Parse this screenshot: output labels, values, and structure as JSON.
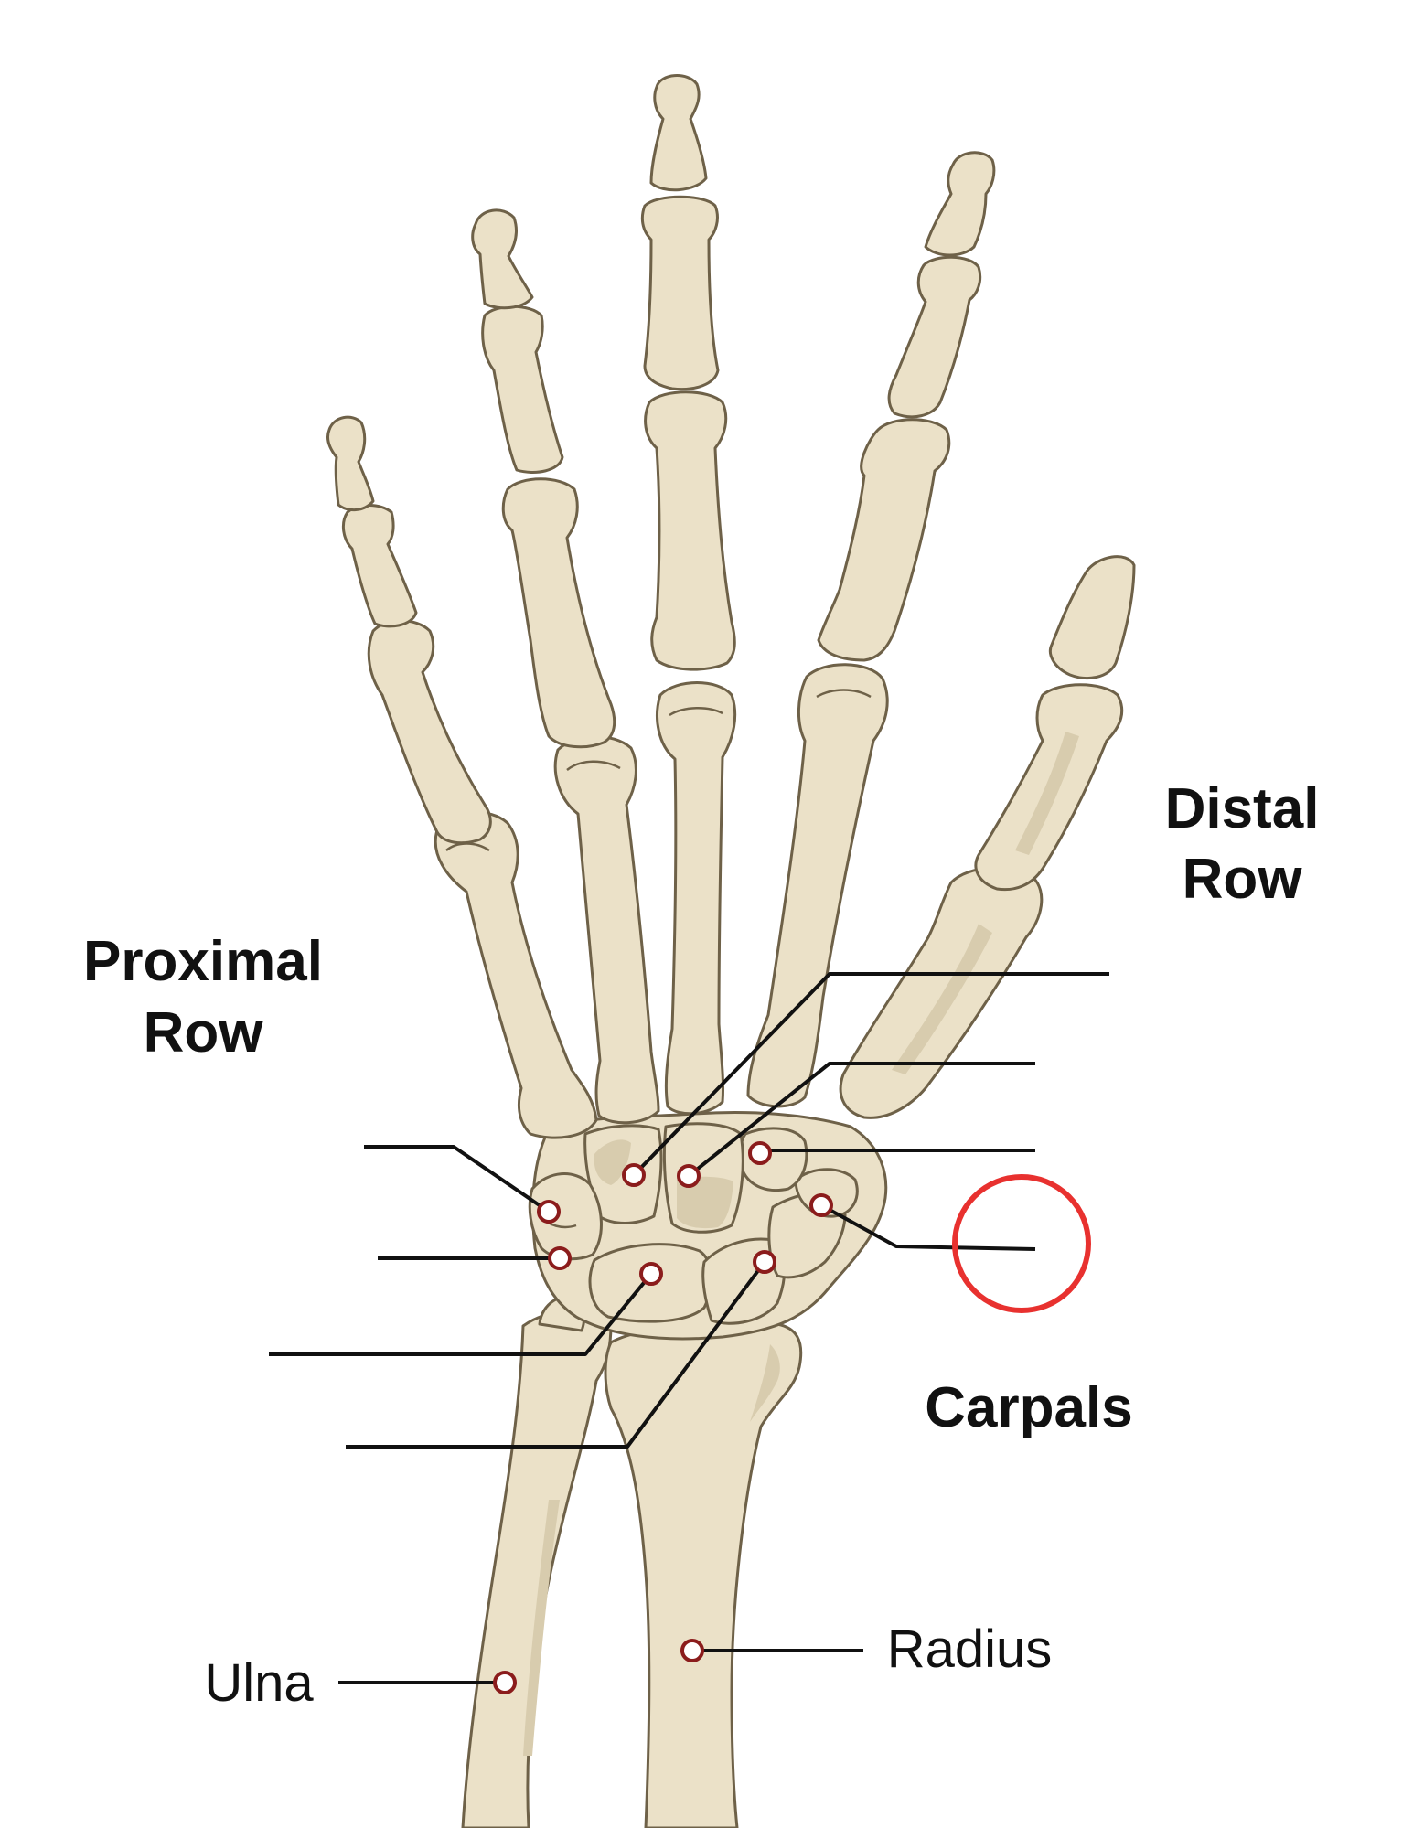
{
  "labels": {
    "distal_row_line1": "Distal",
    "distal_row_line2": "Row",
    "proximal_row_line1": "Proximal",
    "proximal_row_line2": "Row",
    "carpals": "Carpals",
    "ulna": "Ulna",
    "radius": "Radius"
  },
  "colors": {
    "bone_fill": "#ebe1c8",
    "bone_stroke": "#6e6148",
    "bone_shadow": "#d8ccae",
    "pin": "#8b1c1c",
    "highlight": "#e8312f"
  }
}
